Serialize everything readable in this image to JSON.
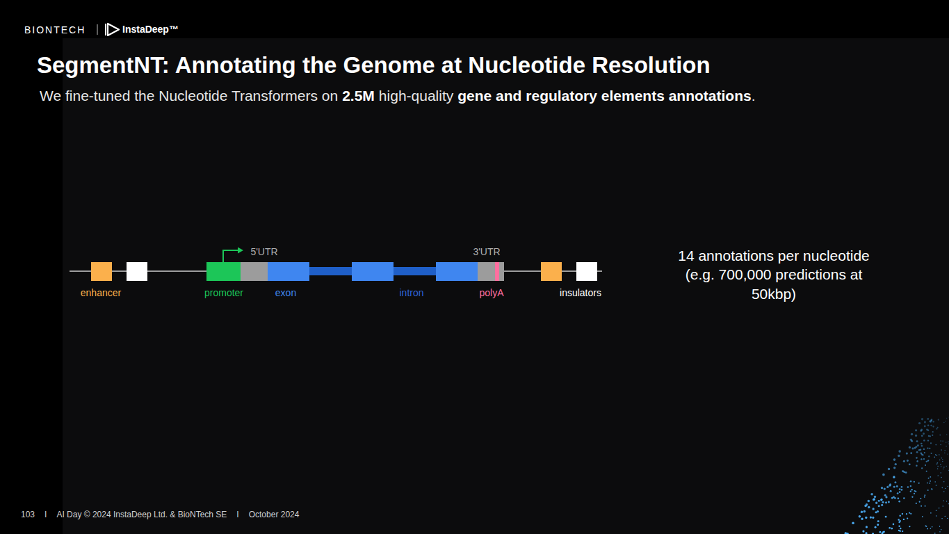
{
  "diagram": {
    "title": "SegmentNT: Annotating the Genome at Nucleotide Resolution",
    "labels": [
      "BIONTECH",
      "InstaDeep™",
      "We fine-tuned the Nucleotide Transformers on",
      "2.5M",
      "high-quality",
      "gene and regulatory elements annotations",
      ".",
      "5'UTR",
      "3'UTR",
      "enhancer",
      "promoter",
      "exon",
      "intron",
      "polyA",
      "insulators",
      "14 annotations per nucleotide (e.g. 700,000 predictions at 50kbp)",
      "103",
      "I",
      "AI Day © 2024 InstaDeep Ltd. & BioNTech SE",
      "I",
      "October 2024"
    ]
  }
}
